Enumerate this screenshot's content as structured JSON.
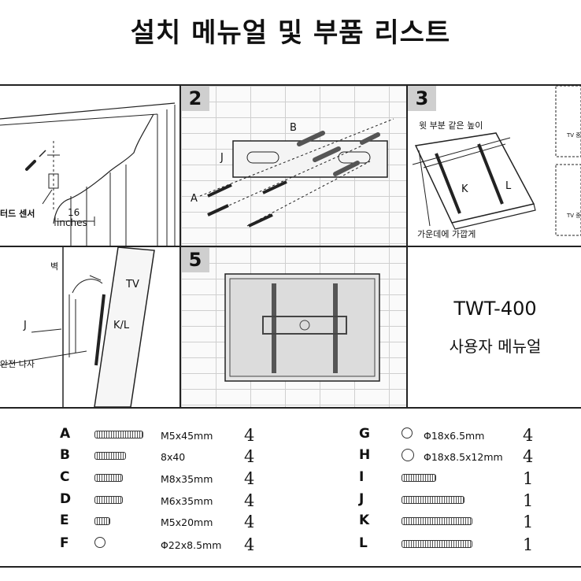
{
  "title": "설치 메뉴얼 및 부품 리스트",
  "panels": {
    "p1": {
      "sensor_label": "터드 센서",
      "distance_value": "16",
      "distance_unit": "inches"
    },
    "p2": {
      "step": "2",
      "label_b": "B",
      "label_j": "J",
      "label_a": "A"
    },
    "p3": {
      "step": "3",
      "label_top": "윗 부분 같은 높이",
      "label_k": "K",
      "label_l": "L",
      "label_bottom": "가운데에 가깝게",
      "side_text_1": "TV 중",
      "side_text_2": "TV 중"
    },
    "p4": {
      "wall": "벽",
      "tv": "TV",
      "kl": "K/L",
      "j": "J",
      "screw": "안전 나사"
    },
    "p5": {
      "step": "5"
    },
    "model": {
      "name": "TWT-400",
      "manual": "사용자 메뉴얼"
    }
  },
  "parts": [
    {
      "letter": "A",
      "spec": "M5x45mm",
      "qty": "4",
      "icon": "long-screw-icon"
    },
    {
      "letter": "B",
      "spec": "8x40",
      "qty": "4",
      "icon": "wall-anchor-icon"
    },
    {
      "letter": "C",
      "spec": "M8x35mm",
      "qty": "4",
      "icon": "bolt-icon"
    },
    {
      "letter": "D",
      "spec": "M6x35mm",
      "qty": "4",
      "icon": "bolt-icon"
    },
    {
      "letter": "E",
      "spec": "M5x20mm",
      "qty": "4",
      "icon": "short-bolt-icon"
    },
    {
      "letter": "F",
      "spec": "Φ22x8.5mm",
      "qty": "4",
      "icon": "washer-icon"
    },
    {
      "letter": "G",
      "spec": "Φ18x6.5mm",
      "qty": "4",
      "icon": "washer-icon"
    },
    {
      "letter": "H",
      "spec": "Φ18x8.5x12mm",
      "qty": "4",
      "icon": "spacer-icon"
    },
    {
      "letter": "I",
      "spec": "",
      "qty": "1",
      "icon": "level-icon"
    },
    {
      "letter": "J",
      "spec": "",
      "qty": "1",
      "icon": "wall-plate-icon"
    },
    {
      "letter": "K",
      "spec": "",
      "qty": "1",
      "icon": "arm-bracket-icon"
    },
    {
      "letter": "L",
      "spec": "",
      "qty": "1",
      "icon": "arm-bracket-icon"
    }
  ]
}
